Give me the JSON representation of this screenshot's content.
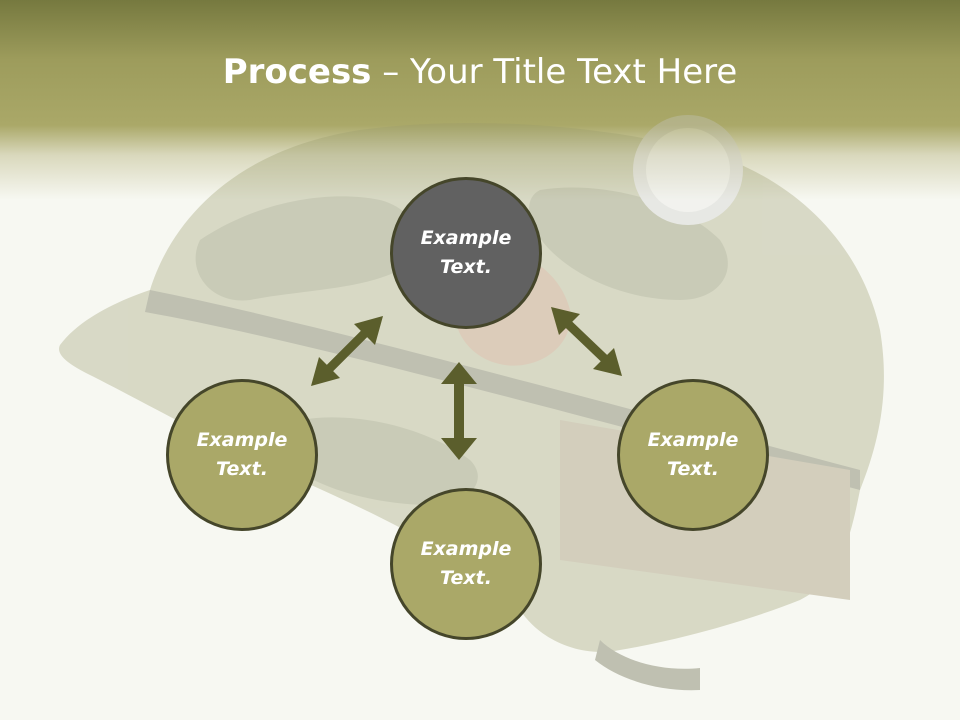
{
  "slide": {
    "title_bold": "Process",
    "title_rest": " – Your Title Text Here"
  },
  "nodes": {
    "top": "Example Text.",
    "left": "Example Text.",
    "bottom": "Example Text.",
    "right": "Example Text."
  },
  "colors": {
    "accent": "#aaa868",
    "center_node": "#616161",
    "arrow": "#5b5e2c",
    "border": "#45462a"
  }
}
